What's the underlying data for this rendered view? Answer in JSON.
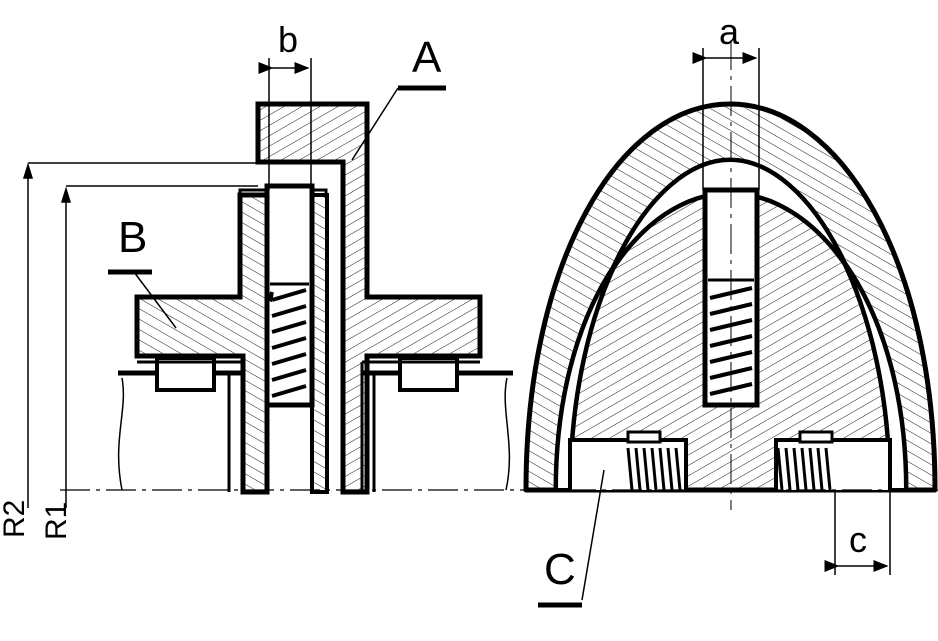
{
  "labels": {
    "part_a": "A",
    "part_b": "B",
    "part_c": "C",
    "dim_a": "a",
    "dim_b": "b",
    "dim_c": "c",
    "radius_r2": "R2",
    "radius_r1": "R1"
  },
  "colors": {
    "ink": "#000000",
    "paper": "#ffffff"
  }
}
